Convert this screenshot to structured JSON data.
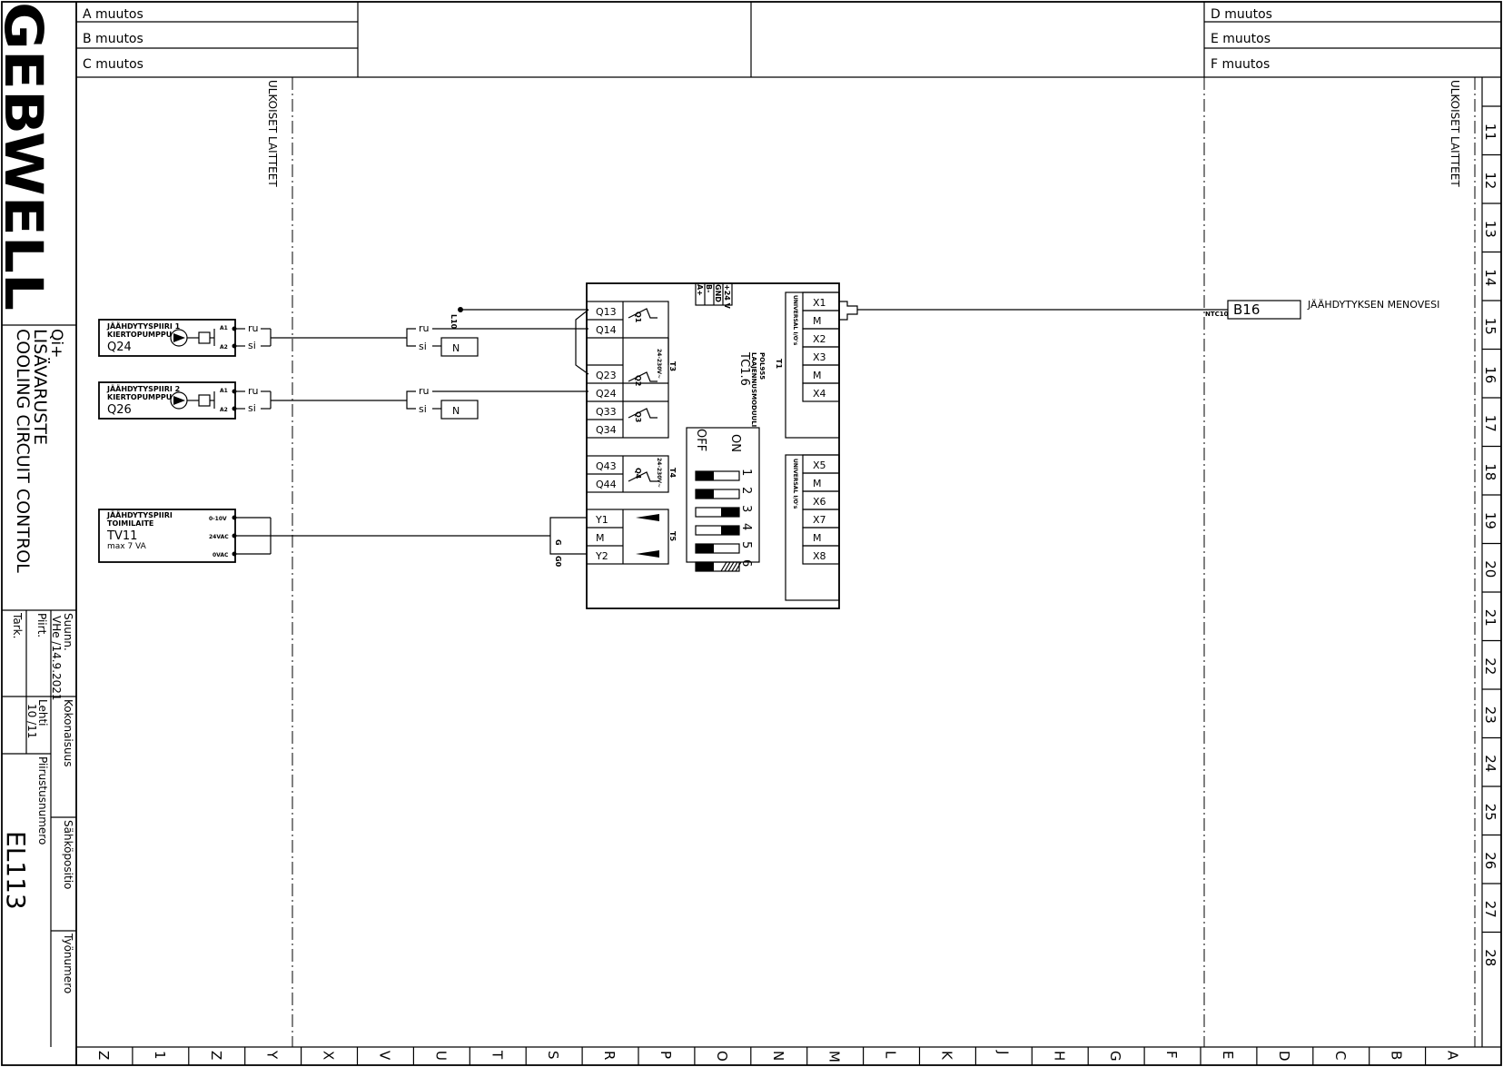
{
  "revisions": {
    "left": [
      "A muutos",
      "B muutos",
      "C muutos"
    ],
    "right": [
      "D muutos",
      "E muutos",
      "F muutos"
    ]
  },
  "title_block": {
    "logo": "GEBWELL",
    "product": "Qi+",
    "title1": "LISÄVARUSTE",
    "title2": "COOLING CIRCUIT CONTROL",
    "suunn_label": "Suunn.",
    "suunn_value": "VHe /14.9.2021",
    "piirt_label": "Piirt.",
    "tark_label": "Tark.",
    "kokonaisuus_label": "Kokonaisuus",
    "lehti_label": "Lehti",
    "lehti_value": "10 /11",
    "piirustusnumero_label": "Piirustusnumero",
    "drawing_number": "EL113",
    "sahkopositio_label": "Sähköpositio",
    "tyonumero_label": "Työnumero"
  },
  "zones": {
    "left_label": "ULKOISET LAITTEET",
    "right_label": "ULKOISET LAITTEET"
  },
  "ruler_right": [
    "11",
    "12",
    "13",
    "14",
    "15",
    "16",
    "17",
    "18",
    "19",
    "20",
    "21",
    "22",
    "23",
    "24",
    "25",
    "26",
    "27",
    "28"
  ],
  "ruler_bottom": [
    "Z",
    "1",
    "Z",
    "Y",
    "X",
    "V",
    "U",
    "T",
    "S",
    "R",
    "P",
    "O",
    "N",
    "M",
    "L",
    "K",
    "J",
    "H",
    "G",
    "F",
    "E",
    "D",
    "C",
    "B",
    "A"
  ],
  "pumps": [
    {
      "title": "JÄÄHDYTYSPIIRI 1",
      "sub": "KIERTOPUMPPU",
      "tag": "Q24",
      "a1": "A1",
      "a2": "A2",
      "ru": "ru",
      "si": "si"
    },
    {
      "title": "JÄÄHDYTYSPIIRI 2",
      "sub": "KIERTOPUMPPU",
      "tag": "Q26",
      "a1": "A1",
      "a2": "A2",
      "ru": "ru",
      "si": "si"
    }
  ],
  "actuator": {
    "title": "JÄÄHDYTYSPIIRI",
    "sub": "TOIMILAITE",
    "tag": "TV11",
    "power": "max 7 VA",
    "t1": "0-10V",
    "t2": "24VAC",
    "t3": "0VAC"
  },
  "mid_wires": {
    "ru1": "ru",
    "si1": "si",
    "n1": "N",
    "ru2": "ru",
    "si2": "si",
    "n2": "N",
    "l10": "L10",
    "g": "G",
    "g0": "G0"
  },
  "controller": {
    "name": "TC1.6",
    "desc1": "LAAJENNUSMODUULI",
    "desc2": "POL955",
    "t1": "T1",
    "t3": "T3",
    "t4": "T4",
    "t5": "T5",
    "bus": [
      "+24 V",
      "GND",
      "B-",
      "A+"
    ],
    "relay_terms": [
      "Q13",
      "Q14",
      "Q23",
      "Q24",
      "Q33",
      "Q34",
      "Q43",
      "Q44"
    ],
    "relays": [
      "Q1",
      "Q2",
      "Q3",
      "Q4"
    ],
    "voltage_t3": "24-230V~",
    "voltage_t4": "24-230V~",
    "analog_terms": [
      "Y1",
      "M",
      "Y2"
    ],
    "universal_label": "UNIVERSAL I/O's",
    "ui_terms_1": [
      "X1",
      "M",
      "X2",
      "X3",
      "M",
      "X4"
    ],
    "ui_terms_2": [
      "X5",
      "M",
      "X6",
      "X7",
      "M",
      "X8"
    ],
    "dip_on": "ON",
    "dip_off": "OFF",
    "dip_numbers": [
      "1",
      "2",
      "3",
      "4",
      "5",
      "6"
    ],
    "dip_states": [
      "off",
      "off",
      "on",
      "on",
      "off",
      "off"
    ]
  },
  "sensor": {
    "tag": "B16",
    "label": "JÄÄHDYTYKSEN MENOVESI",
    "type": "NTC10"
  }
}
